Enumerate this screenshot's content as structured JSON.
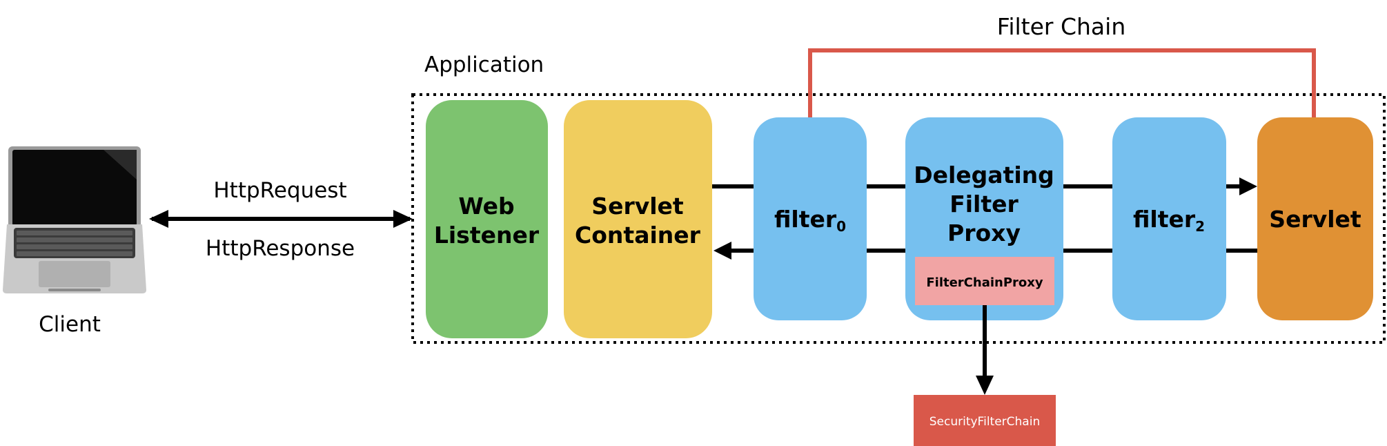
{
  "title": "Filter Chain",
  "application_label": "Application",
  "client_label": "Client",
  "request_label": "HttpRequest",
  "response_label": "HttpResponse",
  "web_listener": {
    "line1": "Web",
    "line2": "Listener"
  },
  "servlet_container": {
    "line1": "Servlet",
    "line2": "Container"
  },
  "filter0": {
    "name": "filter",
    "sub": "0"
  },
  "delegating_filter_proxy": {
    "line1": "Delegating",
    "line2": "Filter",
    "line3": "Proxy"
  },
  "filter_chain_proxy": "FilterChainProxy",
  "filter2": {
    "name": "filter",
    "sub": "2"
  },
  "servlet": "Servlet",
  "security_filter_chain": "SecurityFilterChain",
  "colors": {
    "web_listener": "#7dc36f",
    "servlet_container": "#f0cd5e",
    "filter": "#76c0ef",
    "servlet": "#e09134",
    "filter_chain_proxy": "#f1a4a4",
    "security_filter_chain": "#d9584a",
    "chain_bracket": "#d9584a"
  }
}
